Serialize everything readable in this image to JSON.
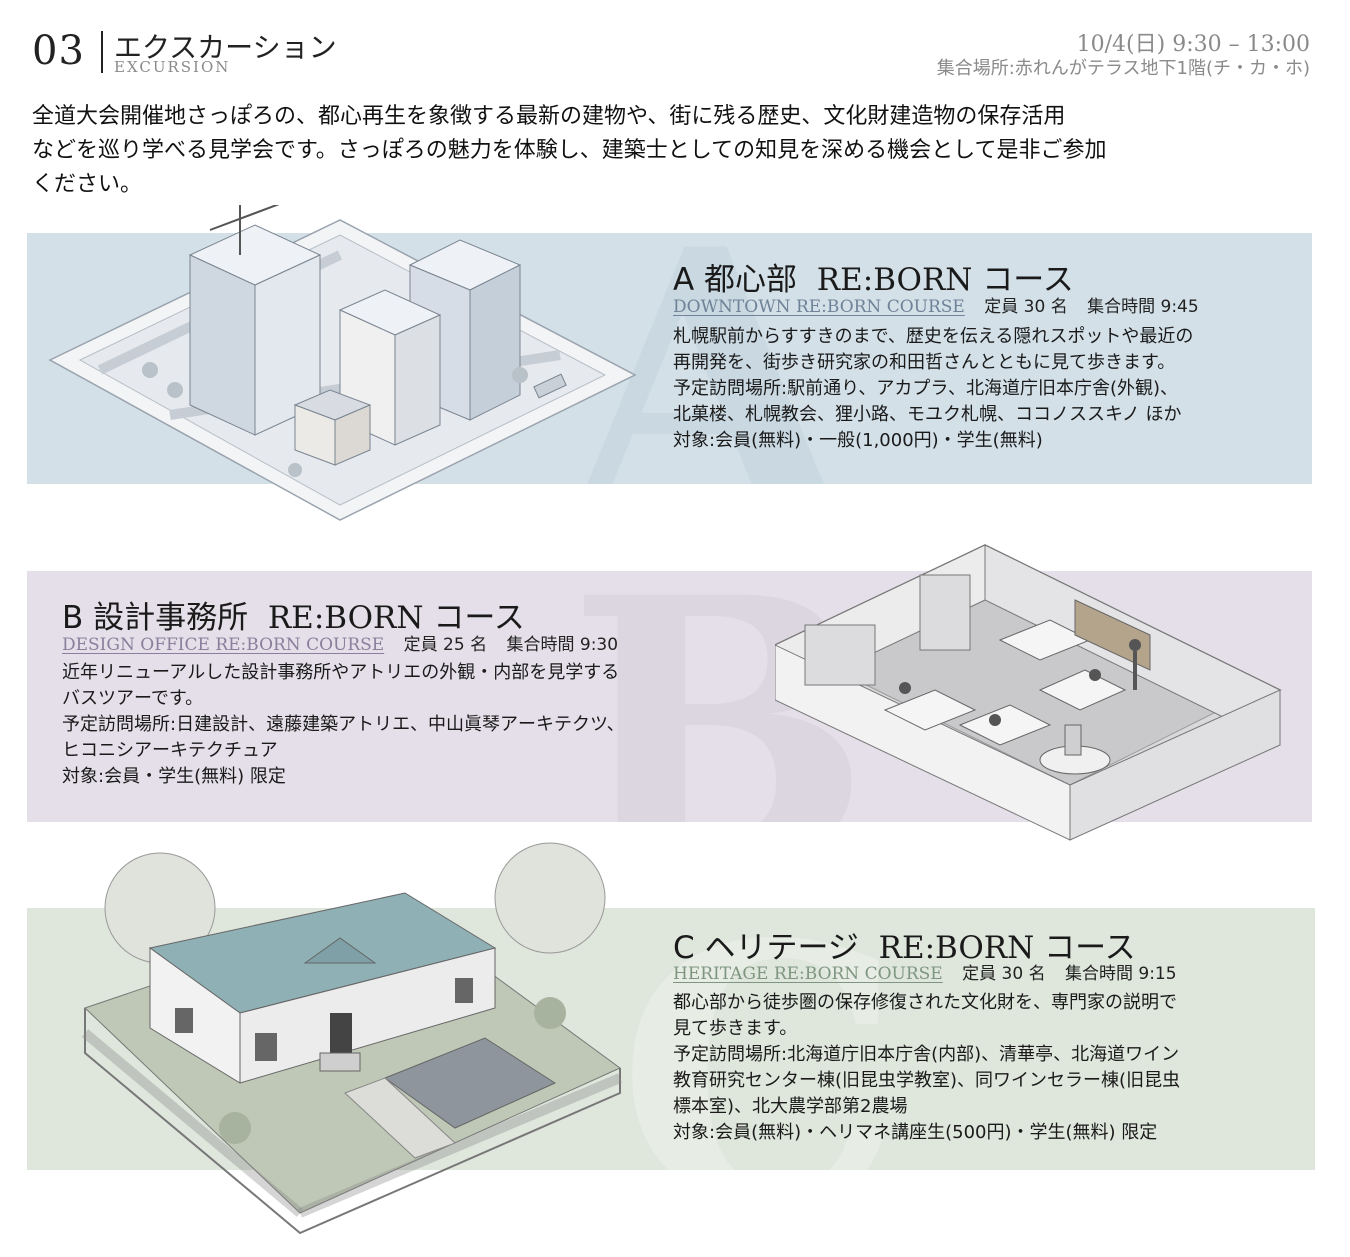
{
  "header": {
    "number": "03",
    "title_jp": "エクスカーション",
    "title_en": "EXCURSION",
    "date": "10/4(日) 9:30 – 13:00",
    "meeting_place": "集合場所:赤れんがテラス地下1階(チ・カ・ホ)"
  },
  "intro": [
    "全道大会開催地さっぽろの、都心再生を象徴する最新の建物や、街に残る歴史、文化財建造物の保存活用",
    "などを巡り学べる見学会です。さっぽろの魅力を体験し、建築士としての知見を深める機会として是非ご参加",
    "ください。"
  ],
  "courses": [
    {
      "letter": "A",
      "title_label": "A 都心部",
      "title_en": "RE:BORN コース",
      "subtitle": "DOWNTOWN RE:BORN COURSE",
      "capacity": "定員 30 名",
      "meet_time": "集合時間 9:45",
      "lines": [
        "札幌駅前からすすきのまで、歴史を伝える隠れスポットや最近の",
        "再開発を、街歩き研究家の和田哲さんとともに見て歩きます。",
        "予定訪問場所:駅前通り、アカプラ、北海道庁旧本庁舎(外観)、",
        "北菓楼、札幌教会、狸小路、モユク札幌、ココノススキノ ほか",
        "対象:会員(無料)・一般(1,000円)・学生(無料)"
      ],
      "band_color": "#d3e0e8",
      "accent_color": "#6f8297"
    },
    {
      "letter": "B",
      "title_label": "B 設計事務所",
      "title_en": "RE:BORN コース",
      "subtitle": "DESIGN OFFICE RE:BORN COURSE",
      "capacity": "定員 25 名",
      "meet_time": "集合時間 9:30",
      "lines": [
        "近年リニューアルした設計事務所やアトリエの外観・内部を見学する",
        "バスツアーです。",
        "予定訪問場所:日建設計、遠藤建築アトリエ、中山眞琴アーキテクツ、",
        "ヒコニシアーキテクチュア",
        "対象:会員・学生(無料) 限定"
      ],
      "band_color": "#e4dfe8",
      "accent_color": "#8a7f9c"
    },
    {
      "letter": "C",
      "title_label": "C ヘリテージ",
      "title_en": "RE:BORN コース",
      "subtitle": "HERITAGE RE:BORN COURSE",
      "capacity": "定員 30 名",
      "meet_time": "集合時間 9:15",
      "lines": [
        "都心部から徒歩圏の保存修復された文化財を、専門家の説明で",
        "見て歩きます。",
        "予定訪問場所:北海道庁旧本庁舎(内部)、清華亭、北海道ワイン",
        "教育研究センター棟(旧昆虫学教室)、同ワインセラー棟(旧昆虫",
        "標本室)、北大農学部第2農場",
        "対象:会員(無料)・ヘリマネ講座生(500円)・学生(無料) 限定"
      ],
      "band_color": "#dfe6dc",
      "accent_color": "#7e9680"
    }
  ]
}
